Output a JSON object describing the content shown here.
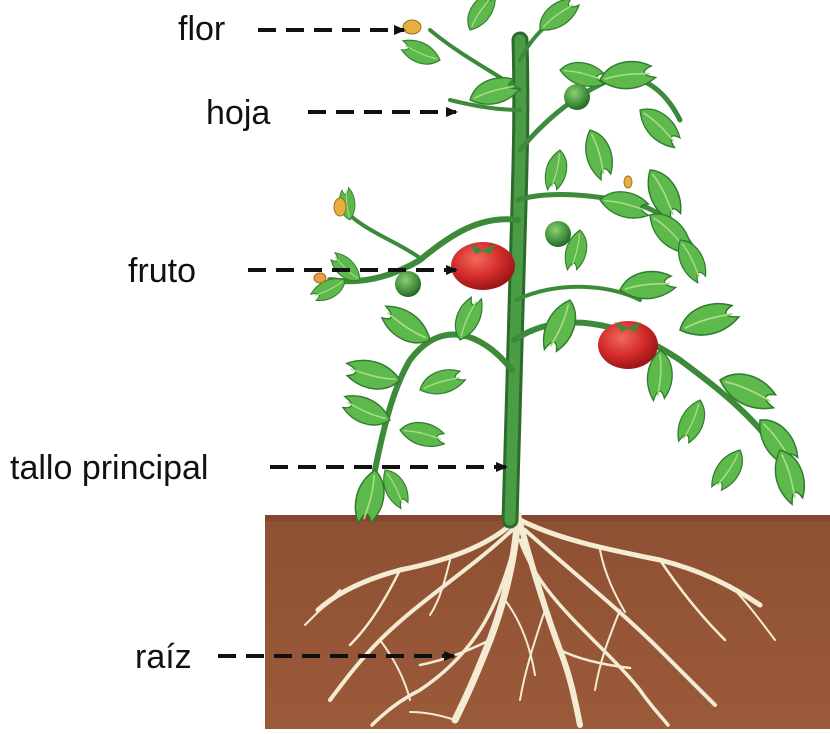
{
  "labels": {
    "flor": "flor",
    "hoja": "hoja",
    "fruto": "fruto",
    "tallo": "tallo principal",
    "raiz": "raíz"
  },
  "colors": {
    "soil": "#8e5033",
    "soil_dark": "#6e3a22",
    "stem": "#3c8a3a",
    "stem_dark": "#2c6b2c",
    "leaf": "#5db94b",
    "leaf_light": "#a9dd86",
    "leaf_dark": "#2f7a2f",
    "tomato_red": "#d22a2a",
    "tomato_green": "#3f8f3a",
    "flower": "#e6b040",
    "root": "#f4ecd2",
    "arrow": "#111111"
  },
  "icons": [
    "tomato-plant-illustration",
    "soil-block",
    "root-system",
    "arrow-icon"
  ]
}
